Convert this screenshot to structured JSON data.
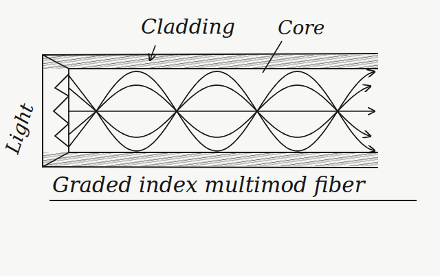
{
  "diagram": {
    "caption": "Graded index multimod fiber",
    "labels": [
      "Cladding",
      "Core",
      "Light"
    ]
  }
}
